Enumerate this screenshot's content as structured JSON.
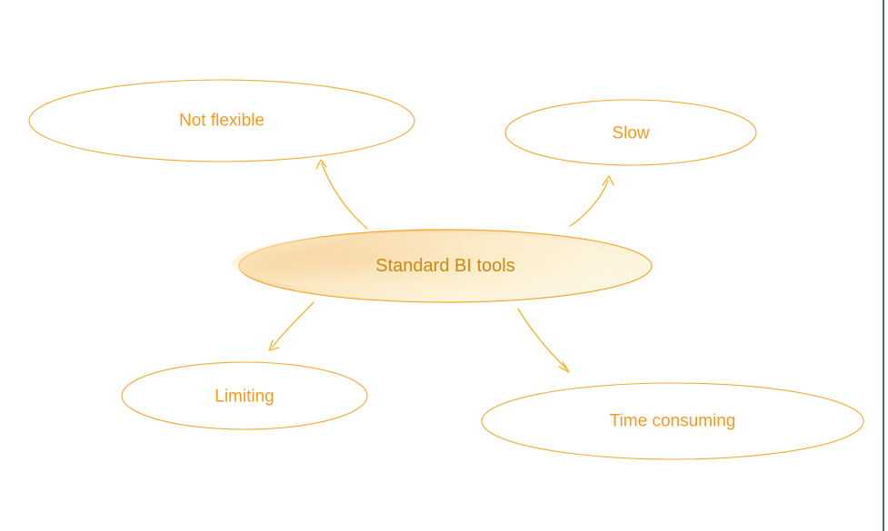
{
  "diagram": {
    "type": "radial-concept-map",
    "background_color": "#ffffff",
    "accent_color": "#f59a1e",
    "outline_color": "#f2a935",
    "arrow_color": "#f5b22c",
    "center_text_color": "#c78a14",
    "edge_rule_color": "#4a6b73",
    "center_node": {
      "label": "Standard BI tools",
      "fill_start": "#f6d2a2",
      "fill_mid": "#fdeec6",
      "fill_end": "#fdf6df"
    },
    "satellite_nodes": [
      {
        "id": "not-flexible",
        "label": "Not flexible"
      },
      {
        "id": "slow",
        "label": "Slow"
      },
      {
        "id": "limiting",
        "label": "Limiting"
      },
      {
        "id": "time-consuming",
        "label": "Time consuming"
      }
    ],
    "connections": [
      {
        "from": "Standard BI tools",
        "to": "Not flexible"
      },
      {
        "from": "Standard BI tools",
        "to": "Slow"
      },
      {
        "from": "Standard BI tools",
        "to": "Limiting"
      },
      {
        "from": "Standard BI tools",
        "to": "Time consuming"
      }
    ]
  }
}
